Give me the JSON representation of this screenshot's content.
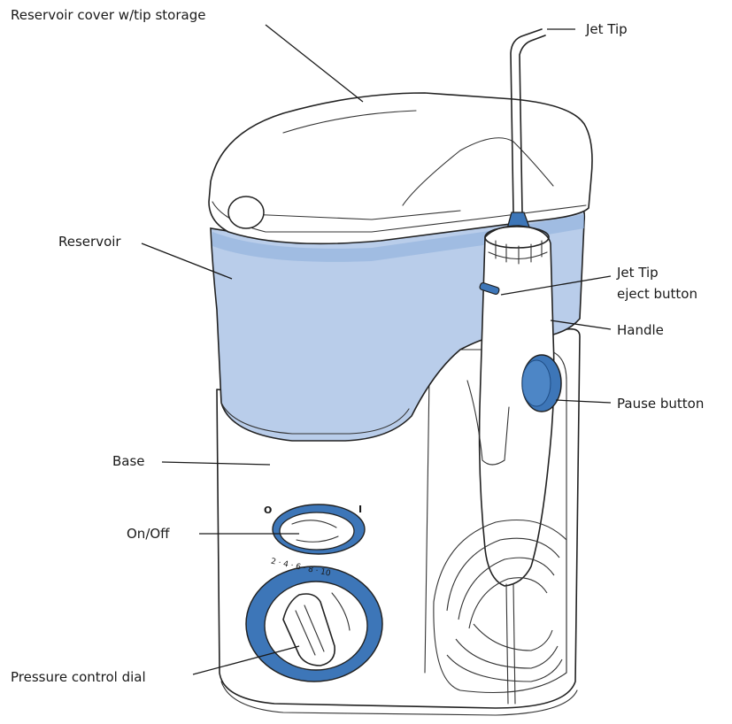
{
  "labels": {
    "reservoir_cover": "Reservoir cover w/tip storage",
    "jet_tip": "Jet Tip",
    "reservoir": "Reservoir",
    "jet_tip_eject_line1": "Jet Tip",
    "jet_tip_eject_line2": "eject button",
    "handle": "Handle",
    "pause_button": "Pause button",
    "base": "Base",
    "on_off": "On/Off",
    "pressure_control_dial": "Pressure control dial"
  },
  "markings": {
    "switch_off": "O",
    "switch_on": "I",
    "dial_scale": "2 · 4 · 6 · 8 · 10"
  },
  "colors": {
    "accent_blue": "#3d76b8",
    "water_blue": "#b9cdea",
    "outline": "#222222"
  }
}
